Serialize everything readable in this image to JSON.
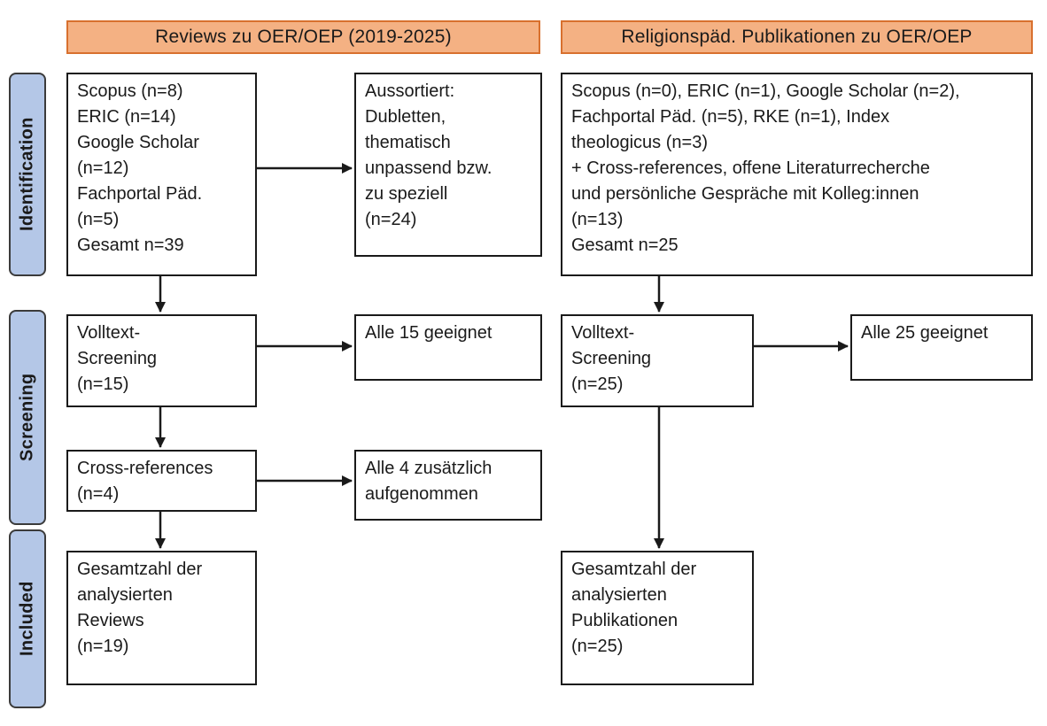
{
  "colors": {
    "header_fill": "#F4B183",
    "header_border": "#D8702E",
    "stage_fill": "#B4C7E7",
    "stage_border": "#3B3B3B",
    "box_border": "#1A1A1A",
    "arrow": "#1A1A1A",
    "text": "#1A1A1A"
  },
  "headers": {
    "reviews": "Reviews zu OER/OEP (2019-2025)",
    "religionspaed": "Religionspäd. Publikationen zu OER/OEP"
  },
  "stages": {
    "identification": "Identification",
    "screening": "Screening",
    "included": "Included"
  },
  "reviews_column": {
    "identification": "Scopus (n=8)\nERIC (n=14)\nGoogle Scholar\n(n=12)\nFachportal Päd.\n(n=5)\nGesamt n=39",
    "excluded": "Aussortiert:\nDubletten,\nthematisch\nunpassend bzw.\nzu speziell\n(n=24)",
    "screening": "Volltext-\nScreening\n(n=15)",
    "screening_result": "Alle 15 geeignet",
    "cross_references": "Cross-references\n(n=4)",
    "cross_references_result": "Alle 4 zusätzlich\naufgenommen",
    "included": "Gesamtzahl der\nanalysierten\nReviews\n(n=19)"
  },
  "religionspaed_column": {
    "identification": "Scopus (n=0), ERIC (n=1), Google Scholar (n=2),\nFachportal Päd. (n=5), RKE (n=1), Index\ntheologicus (n=3)\n+ Cross-references, offene Literaturrecherche\nund persönliche Gespräche mit Kolleg:innen\n(n=13)\nGesamt n=25",
    "screening": "Volltext-\nScreening\n(n=25)",
    "screening_result": "Alle 25 geeignet",
    "included": "Gesamtzahl der\nanalysierten\nPublikationen\n(n=25)"
  }
}
